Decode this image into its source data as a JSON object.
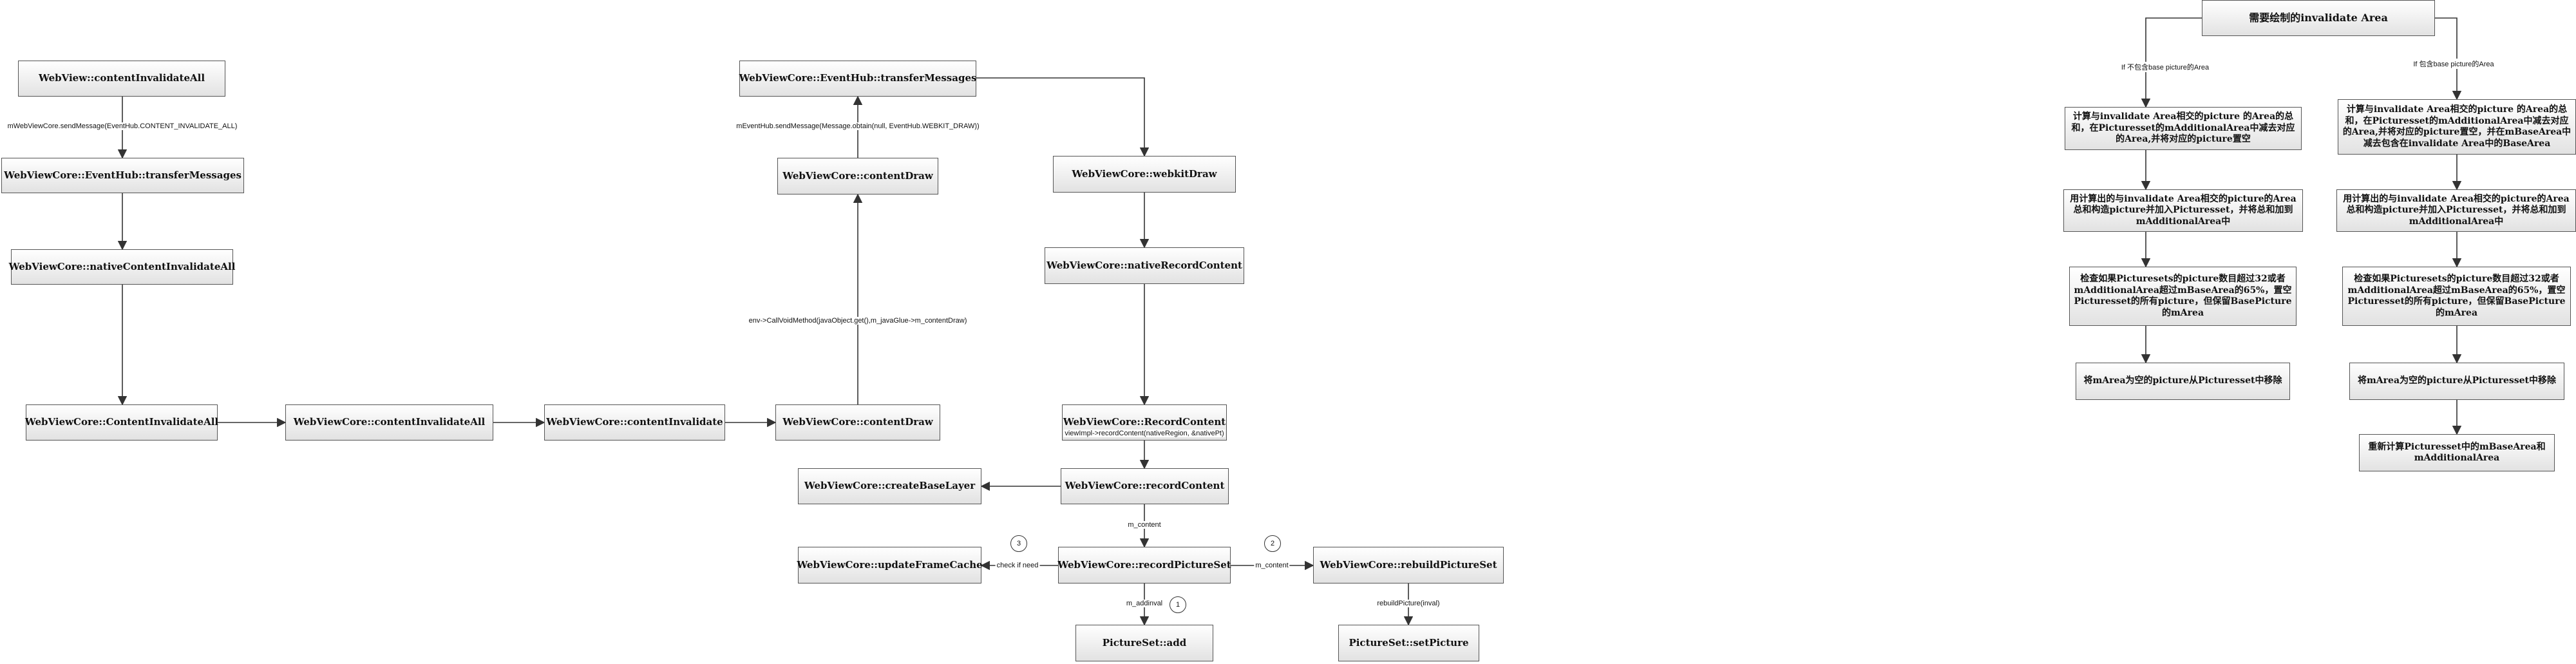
{
  "nodes": {
    "wv_content_invalidate_all": "WebView::contentInvalidateAll",
    "wvc_transfer_messages_left": "WebViewCore::EventHub::transferMessages",
    "wvc_native_content_invalidate_all": "WebViewCore::nativeContentInvalidateAll",
    "wvc_ContentInvalidateAll": "WebViewCore::ContentInvalidateAll",
    "wvc_contentInvalidateAll": "WebViewCore::contentInvalidateAll",
    "wvc_content_invalidate": "WebViewCore::contentInvalidate",
    "wvc_content_draw_bottom": "WebViewCore::contentDraw",
    "wvc_content_draw_mid": "WebViewCore::contentDraw",
    "wvc_transfer_messages_top": "WebViewCore::EventHub::transferMessages",
    "wvc_webkit_draw": "WebViewCore::webkitDraw",
    "wvc_native_record_content": "WebViewCore::nativeRecordContent",
    "wvc_RecordContent": "WebViewCore::RecordContent",
    "wvc_recordContent": "WebViewCore::recordContent",
    "wvc_create_base_layer": "WebViewCore::createBaseLayer",
    "wvc_record_picture_set": "WebViewCore::recordPictureSet",
    "wvc_update_frame_cache": "WebViewCore::updateFrameCache",
    "wvc_rebuild_picture_set": "WebViewCore::rebuildPictureSet",
    "picture_set_add": "PictureSet::add",
    "picture_set_set_picture": "PictureSet::setPicture",
    "invalidate_area": "需要绘制的invalidate Area",
    "l1": "计算与invalidate Area相交的picture 的Area的总和，在Picturesset的mAdditionalArea中减去对应的Area,并将对应的picture置空",
    "l2": "用计算出的与invalidate Area相交的picture的Area总和构造picture并加入Picturesset，并将总和加到mAdditionalArea中",
    "l3": "检查如果Picturesets的picture数目超过32或者mAdditionalArea超过mBaseArea的65%，置空Picturesset的所有picture，但保留BasePicture的mArea",
    "l4": "将mArea为空的picture从Picturesset中移除",
    "r1": "计算与invalidate Area相交的picture 的Area的总和，在Picturesset的mAdditionalArea中减去对应的Area,并将对应的picture置空，并在mBaseArea中减去包含在invalidate Area中的BaseArea",
    "r2": "用计算出的与invalidate Area相交的picture的Area总和构造picture并加入Picturesset，并将总和加到mAdditionalArea中",
    "r3": "检查如果Picturesets的picture数目超过32或者mAdditionalArea超过mBaseArea的65%，置空Picturesset的所有picture，但保留BasePicture的mArea",
    "r4": "将mArea为空的picture从Picturesset中移除",
    "r5": "重新计算Picturesset中的mBaseArea和mAdditionalArea"
  },
  "edge_labels": {
    "send_invalidate_all": "mWebViewCore.sendMessage(EventHub.CONTENT_INVALIDATE_ALL)",
    "send_webkit_draw": "mEventHub.sendMessage(Message.obtain(null, EventHub.WEBKIT_DRAW))",
    "call_void_method": "env->CallVoidMethod(javaObject.get(),m_javaGlue->m_contentDraw)",
    "record_content": "viewImpl->recordContent(nativeRegion, &nativePt)",
    "m_content_down": "m_content",
    "check_if_need": "check if need",
    "m_content_right": "m_content",
    "m_addinval": "m_addinval",
    "rebuild_picture": "rebuildPicture(inval)",
    "no_base_picture": "If 不包含base picture的Area",
    "has_base_picture": "If 包含base picture的Area"
  },
  "step_markers": {
    "s1": "1",
    "s2": "2",
    "s3": "3"
  }
}
